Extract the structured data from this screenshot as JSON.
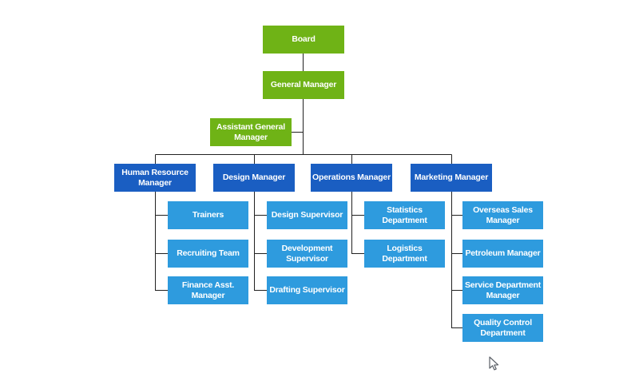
{
  "colors": {
    "executive_green": "#6FB316",
    "manager_blue": "#1A5EC2",
    "staff_blue": "#2E9BDE",
    "connector": "#212121",
    "node_text": "#FFFFFF",
    "canvas_background": "#FFFFFF"
  },
  "org": {
    "board": {
      "label": "Board"
    },
    "general_manager": {
      "label": "General Manager"
    },
    "assistant_general_manager": {
      "label": "Assistant General Manager"
    },
    "managers": [
      {
        "label": "Human Resource Manager",
        "children": [
          {
            "label": "Trainers"
          },
          {
            "label": "Recruiting Team"
          },
          {
            "label": "Finance Asst. Manager"
          }
        ]
      },
      {
        "label": "Design Manager",
        "children": [
          {
            "label": "Design Supervisor"
          },
          {
            "label": "Development Supervisor"
          },
          {
            "label": "Drafting Supervisor"
          }
        ]
      },
      {
        "label": "Operations Manager",
        "children": [
          {
            "label": "Statistics Department"
          },
          {
            "label": "Logistics Department"
          }
        ]
      },
      {
        "label": "Marketing Manager",
        "children": [
          {
            "label": "Overseas Sales Manager"
          },
          {
            "label": "Petroleum Manager"
          },
          {
            "label": "Service Department Manager"
          },
          {
            "label": "Quality Control Department"
          }
        ]
      }
    ]
  }
}
